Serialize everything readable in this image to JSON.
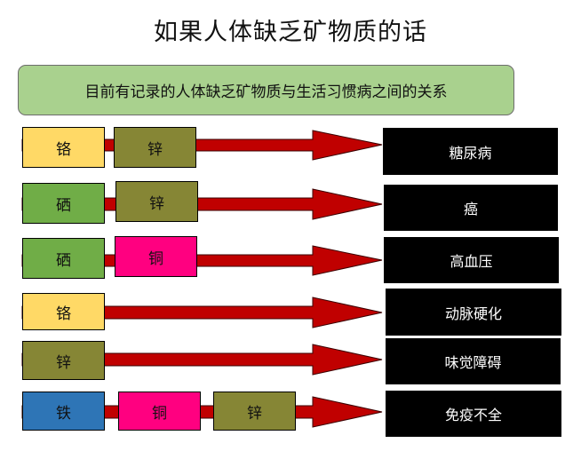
{
  "title": "如果人体缺乏矿物质的话",
  "subtitle": "目前有记录的人体缺乏矿物质与生活习惯病之间的关系",
  "rows": [
    {
      "minerals": [
        "铬",
        "锌"
      ],
      "disease": "糖尿病"
    },
    {
      "minerals": [
        "硒",
        "锌"
      ],
      "disease": "癌"
    },
    {
      "minerals": [
        "硒",
        "铜"
      ],
      "disease": "高血压"
    },
    {
      "minerals": [
        "铬"
      ],
      "disease": "动脉硬化"
    },
    {
      "minerals": [
        "锌"
      ],
      "disease": "味觉障碍"
    },
    {
      "minerals": [
        "铁",
        "铜",
        "锌"
      ],
      "disease": "免疫不全"
    }
  ],
  "colors": {
    "chromium": "#ffd966",
    "zinc": "#868635",
    "selenium": "#70ad47",
    "copper": "#ff0080",
    "iron": "#2e75b6",
    "arrow": "#c00000",
    "outcome": "#000000"
  }
}
